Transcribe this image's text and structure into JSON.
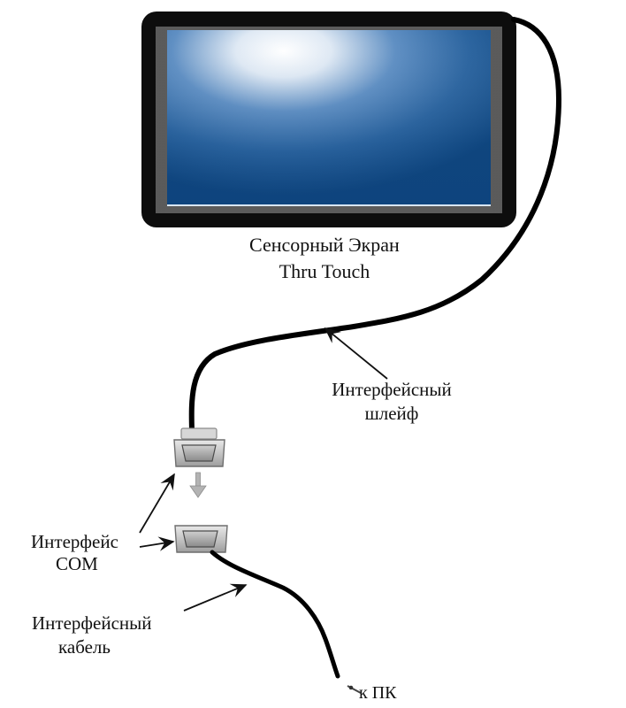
{
  "screen": {
    "title_line1": "Сенсорный Экран",
    "title_line2": "Thru Touch"
  },
  "ribbon": {
    "label_line1": "Интерфейсный",
    "label_line2": "шлейф"
  },
  "com": {
    "label_line1": "Интерфейс",
    "label_line2": "COM"
  },
  "cable": {
    "label_line1": "Интерфейсный",
    "label_line2": "кабель"
  },
  "pc": {
    "label": "к ПК"
  },
  "colors": {
    "bezel": "#0d0d0d",
    "screen_dark": "#0d3f79",
    "screen_mid": "#2c6aab",
    "screen_light": "#ffffff",
    "connector_body": "#c9c9c9",
    "connector_dark": "#6f6f6f",
    "cable": "#000000",
    "arrow": "#111111",
    "move_arrow": "#a9a9a9"
  },
  "icons": {
    "screen": "touchscreen-display-icon",
    "connector": "db9-connector-icon",
    "move_arrow": "down-arrow-icon"
  }
}
